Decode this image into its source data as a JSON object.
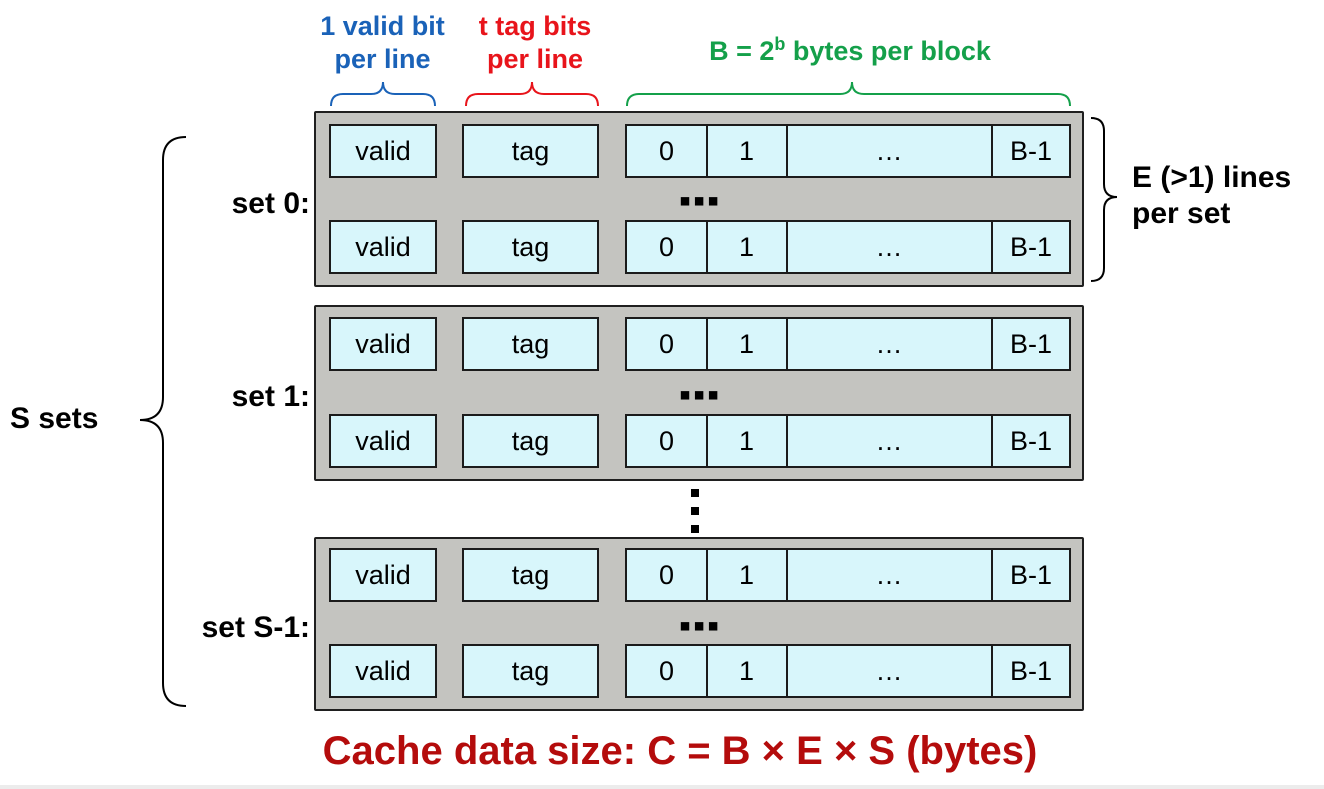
{
  "header": {
    "valid_line1": "1 valid bit",
    "valid_line2": "per line",
    "tag_line1": "t tag bits",
    "tag_line2": "per line",
    "block_prefix": "B = 2",
    "block_exp": "b",
    "block_suffix": " bytes per block"
  },
  "sets_label": "S sets",
  "lines_label_line1": "E (>1) lines",
  "lines_label_line2": "per set",
  "row_dots": "▪▪▪",
  "sets": [
    {
      "label": "set 0:"
    },
    {
      "label": "set 1:"
    },
    {
      "label": "set S-1:"
    }
  ],
  "line_cells": {
    "valid": "valid",
    "tag": "tag",
    "byte0": "0",
    "byte1": "1",
    "ellipsis": "…",
    "last": "B-1"
  },
  "footer": "Cache data size: C = B × E × S (bytes)",
  "colors": {
    "valid_header": "#1a62b8",
    "tag_header": "#e8141b",
    "block_header": "#14a04a",
    "footer": "#b40c0c",
    "set_fill": "#c4c4c0",
    "cell_fill": "#d8f6fb"
  }
}
